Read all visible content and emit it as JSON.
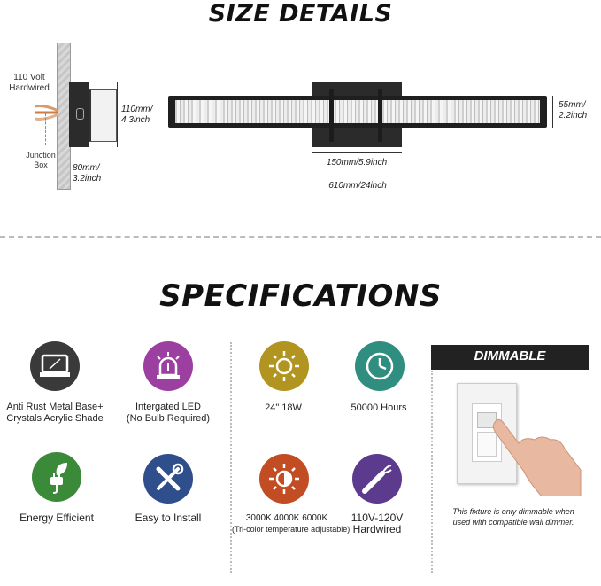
{
  "titles": {
    "size": "SIZE DETAILS",
    "spec": "SPECIFICATIONS"
  },
  "side": {
    "volt": "110 Volt",
    "hard": "Hardwired",
    "box1": "Junction",
    "box2": "Box",
    "h1": "110mm/",
    "h2": "4.3inch",
    "d1": "80mm/",
    "d2": "3.2inch"
  },
  "front": {
    "bar_h1": "55mm/",
    "bar_h2": "2.2inch",
    "base_w": "150mm/5.9inch",
    "total_w": "610mm/24inch"
  },
  "specs": [
    {
      "l1": "Anti Rust Metal Base+",
      "l2": "Crystals Acrylic Shade",
      "color": "#3a3a3a",
      "icon": "laptop-base-icon"
    },
    {
      "l1": "Intergated LED",
      "l2": "(No Bulb Required)",
      "color": "#9b3fa0",
      "icon": "led-alarm-icon"
    },
    {
      "l1": "24\" 18W",
      "l2": "",
      "color": "#b29420",
      "icon": "sun-icon"
    },
    {
      "l1": "50000 Hours",
      "l2": "",
      "color": "#2f8e80",
      "icon": "clock-icon"
    },
    {
      "l1": "Energy Efficient",
      "l2": "",
      "color": "#3a8a3a",
      "icon": "eco-plug-icon"
    },
    {
      "l1": "Easy to Install",
      "l2": "",
      "color": "#2f4e8c",
      "icon": "tools-icon"
    },
    {
      "l1": "3000K 4000K 6000K",
      "l2": "(Tri-color temperature adjustable)",
      "color": "#c24d22",
      "icon": "color-temp-icon"
    },
    {
      "l1": "110V-120V",
      "l2": "Hardwired",
      "color": "#5c3b8f",
      "icon": "wire-icon"
    }
  ],
  "dimmable": {
    "title": "DIMMABLE",
    "note1": "This fixture is only dimmable when",
    "note2": "used with compatible wall dimmer."
  }
}
